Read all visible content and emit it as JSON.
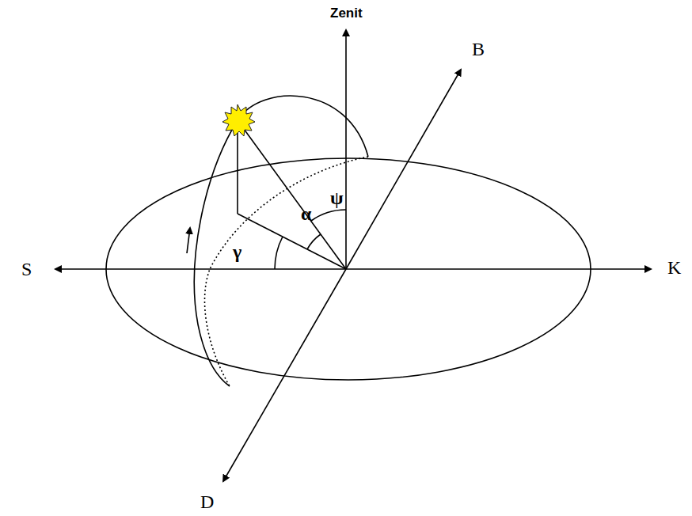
{
  "diagram": {
    "labels": [
      "Zenit",
      "B",
      "S",
      "K",
      "D",
      "ψ",
      "α",
      "γ"
    ]
  }
}
